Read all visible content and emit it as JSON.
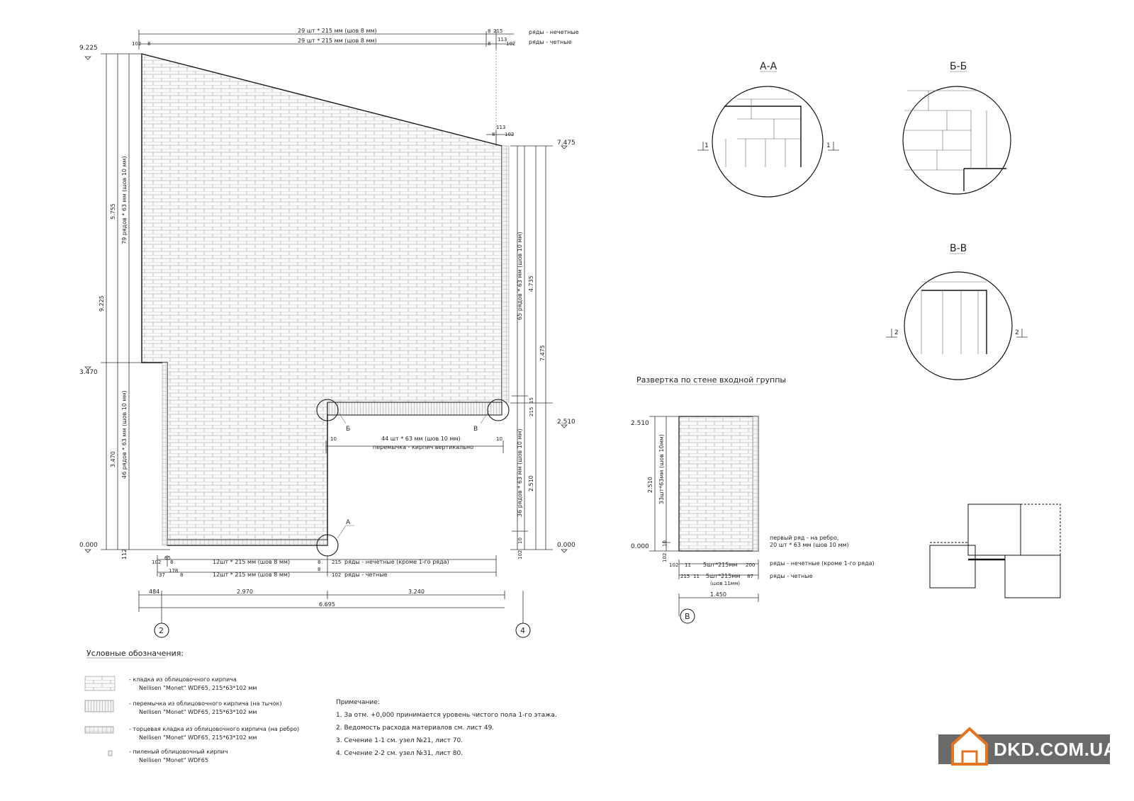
{
  "elevation": {
    "top_dim_odd": "29 шт * 215 мм (шов 8 мм)",
    "top_dim_even": "29 шт * 215 мм (шов 8 мм)",
    "rows_odd": "ряды - нечетные",
    "rows_even": "ряды - четные",
    "n102": "102",
    "n8": "8",
    "n215": "215",
    "n113": "113",
    "level_top": "9.225",
    "level_mid": "3.470",
    "level_right_top": "7.475",
    "level_zero": "0.000",
    "level_2510": "2.510",
    "vdim_5755": "5.755",
    "vdim_9225": "9.225",
    "vdim_3470": "3.470",
    "vdim_112": "112",
    "vdim_79rows": "79 рядов * 63 мм (шов 10 мм)",
    "vdim_46rows": "46 рядов * 63 мм (шов 10 мм)",
    "vdim_65rows": "65 рядов * 63 мм (шов 10 мм)",
    "vdim_36rows": "36 рядов * 63 мм (шов 10 мм)",
    "vdim_4735": "4.735",
    "vdim_7475": "7.475",
    "vdim_2510": "2.510",
    "vdim_215": "215",
    "vdim_15": "15",
    "vdim_10": "10",
    "lintel_dim": "44 шт * 63 мм (шов 10 мм)",
    "lintel_note": "перемычка - кирпич вертикально",
    "n10": "10",
    "mark_b": "Б",
    "mark_v": "В",
    "mark_a": "А",
    "bottom_odd": "12шт * 215 мм (шов 8 мм)",
    "bottom_even": "12шт * 215 мм (шов 8 мм)",
    "rows_odd_ex": "ряды - нечетные (кроме 1-го ряда)",
    "n65": "65",
    "n37": "37",
    "n178": "178",
    "dim_484": "484",
    "dim_2970": "2.970",
    "dim_3240": "3.240",
    "dim_6695": "6.695",
    "axis_2": "2",
    "axis_4": "4"
  },
  "sections": {
    "aa": "А-А",
    "bb": "Б-Б",
    "vv": "В-В",
    "cut1": "1",
    "cut2": "2"
  },
  "entry": {
    "title": "Развертка по стене входной группы",
    "level_2510": "2.510",
    "level_zero": "0.000",
    "vdim_2510": "2.510",
    "vdim_rows": "33шт*63мм (шов 10мм)",
    "vdim_10": "10",
    "vdim_102": "102",
    "first_row_1": "первый ряд - на ребро,",
    "first_row_2": "20 шт * 63 мм (шов 10 мм)",
    "b1_102": "102",
    "b1_11": "11",
    "b1_dim": "5шт*215мм",
    "b1_200": "200",
    "b2_215": "215",
    "b2_11": "11",
    "b2_dim": "5шт*215мм",
    "b2_seam": "(шов 11мм)",
    "b2_87": "87",
    "rows_odd_ex": "ряды - нечетные (кроме 1-го ряда)",
    "rows_even": "ряды - четные",
    "dim_1450": "1.450",
    "axis_v": "В"
  },
  "legend": {
    "title": "Условные обозначения:",
    "items": [
      {
        "line1": "- кладка из облицовочного кирпича",
        "line2": "Nellisen \"Monet\" WDF65, 215*63*102 мм"
      },
      {
        "line1": "- перемычка из облицовочного кирпича (на тычок)",
        "line2": "Nellisen \"Monet\" WDF65, 215*63*102 мм"
      },
      {
        "line1": "- торцевая кладка из облицовочного кирпича (на ребро)",
        "line2": "Nellisen \"Monet\" WDF65, 215*63*102 мм"
      },
      {
        "line1": "- пиленый облицовочный кирпич",
        "line2": "Nellisen \"Monet\" WDF65"
      }
    ]
  },
  "notes": {
    "title": "Примечание:",
    "items": [
      "1.  За отм. +0,000 принимается уровень чистого пола 1-го этажа.",
      "2.  Ведомость расхода материалов см. лист 49.",
      "3.  Сечение 1-1 см. узел №21, лист 70.",
      "4.  Сечение 2-2 см. узел №31, лист 80."
    ]
  },
  "watermark": "DKD.COM.UA"
}
